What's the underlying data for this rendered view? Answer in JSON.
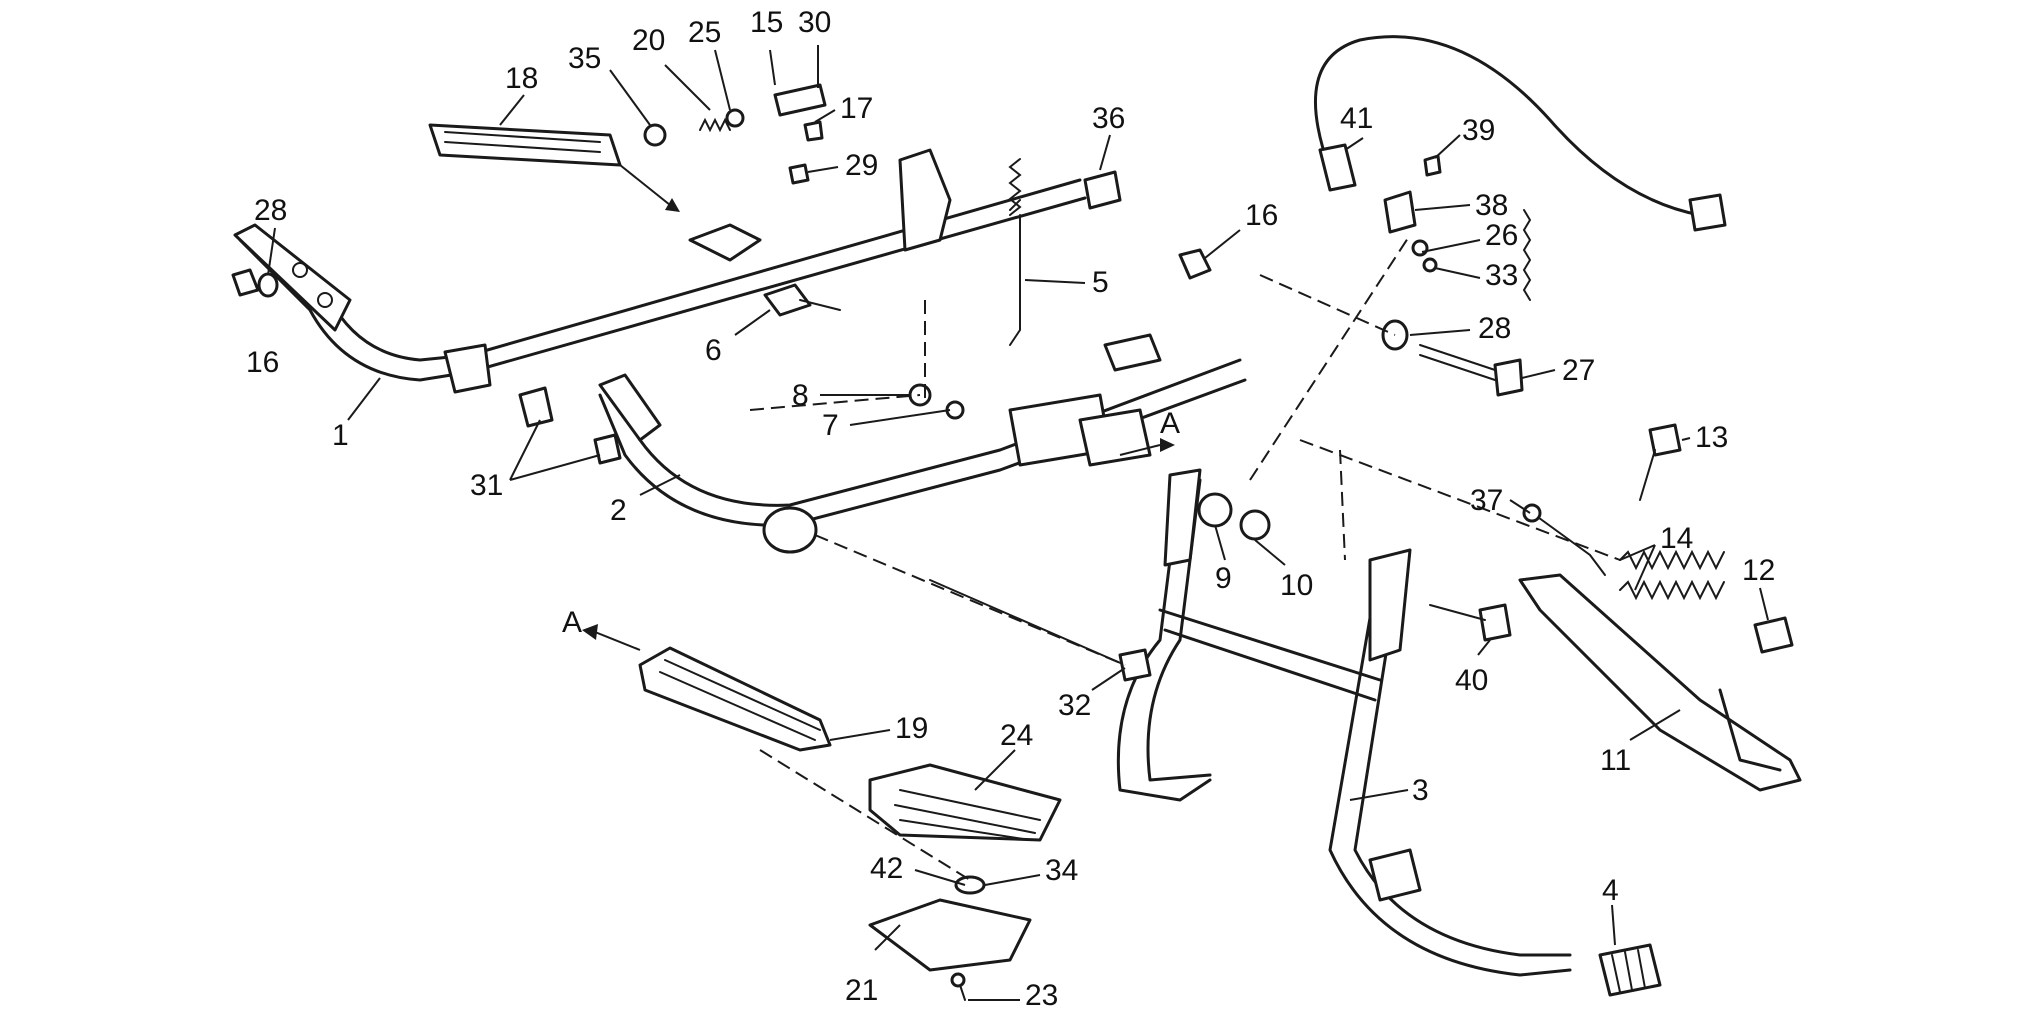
{
  "figure": {
    "part_numbers": {
      "p1": "1",
      "p2": "2",
      "p3": "3",
      "p4": "4",
      "p5": "5",
      "p6": "6",
      "p7": "7",
      "p8": "8",
      "p9": "9",
      "p10": "10",
      "p11": "11",
      "p12": "12",
      "p13": "13",
      "p14": "14",
      "p15": "15",
      "p16a": "16",
      "p16b": "16",
      "p17": "17",
      "p18": "18",
      "p19": "19",
      "p20": "20",
      "p21": "21",
      "p23": "23",
      "p24": "24",
      "p25": "25",
      "p26": "26",
      "p27": "27",
      "p28a": "28",
      "p28b": "28",
      "p29": "29",
      "p30": "30",
      "p31": "31",
      "p32": "32",
      "p33": "33",
      "p34": "34",
      "p35": "35",
      "p36": "36",
      "p37": "37",
      "p38": "38",
      "p39": "39",
      "p40": "40",
      "p41": "41",
      "p42": "42"
    },
    "arrow_markers": {
      "a1": "A",
      "a2": "A"
    }
  }
}
